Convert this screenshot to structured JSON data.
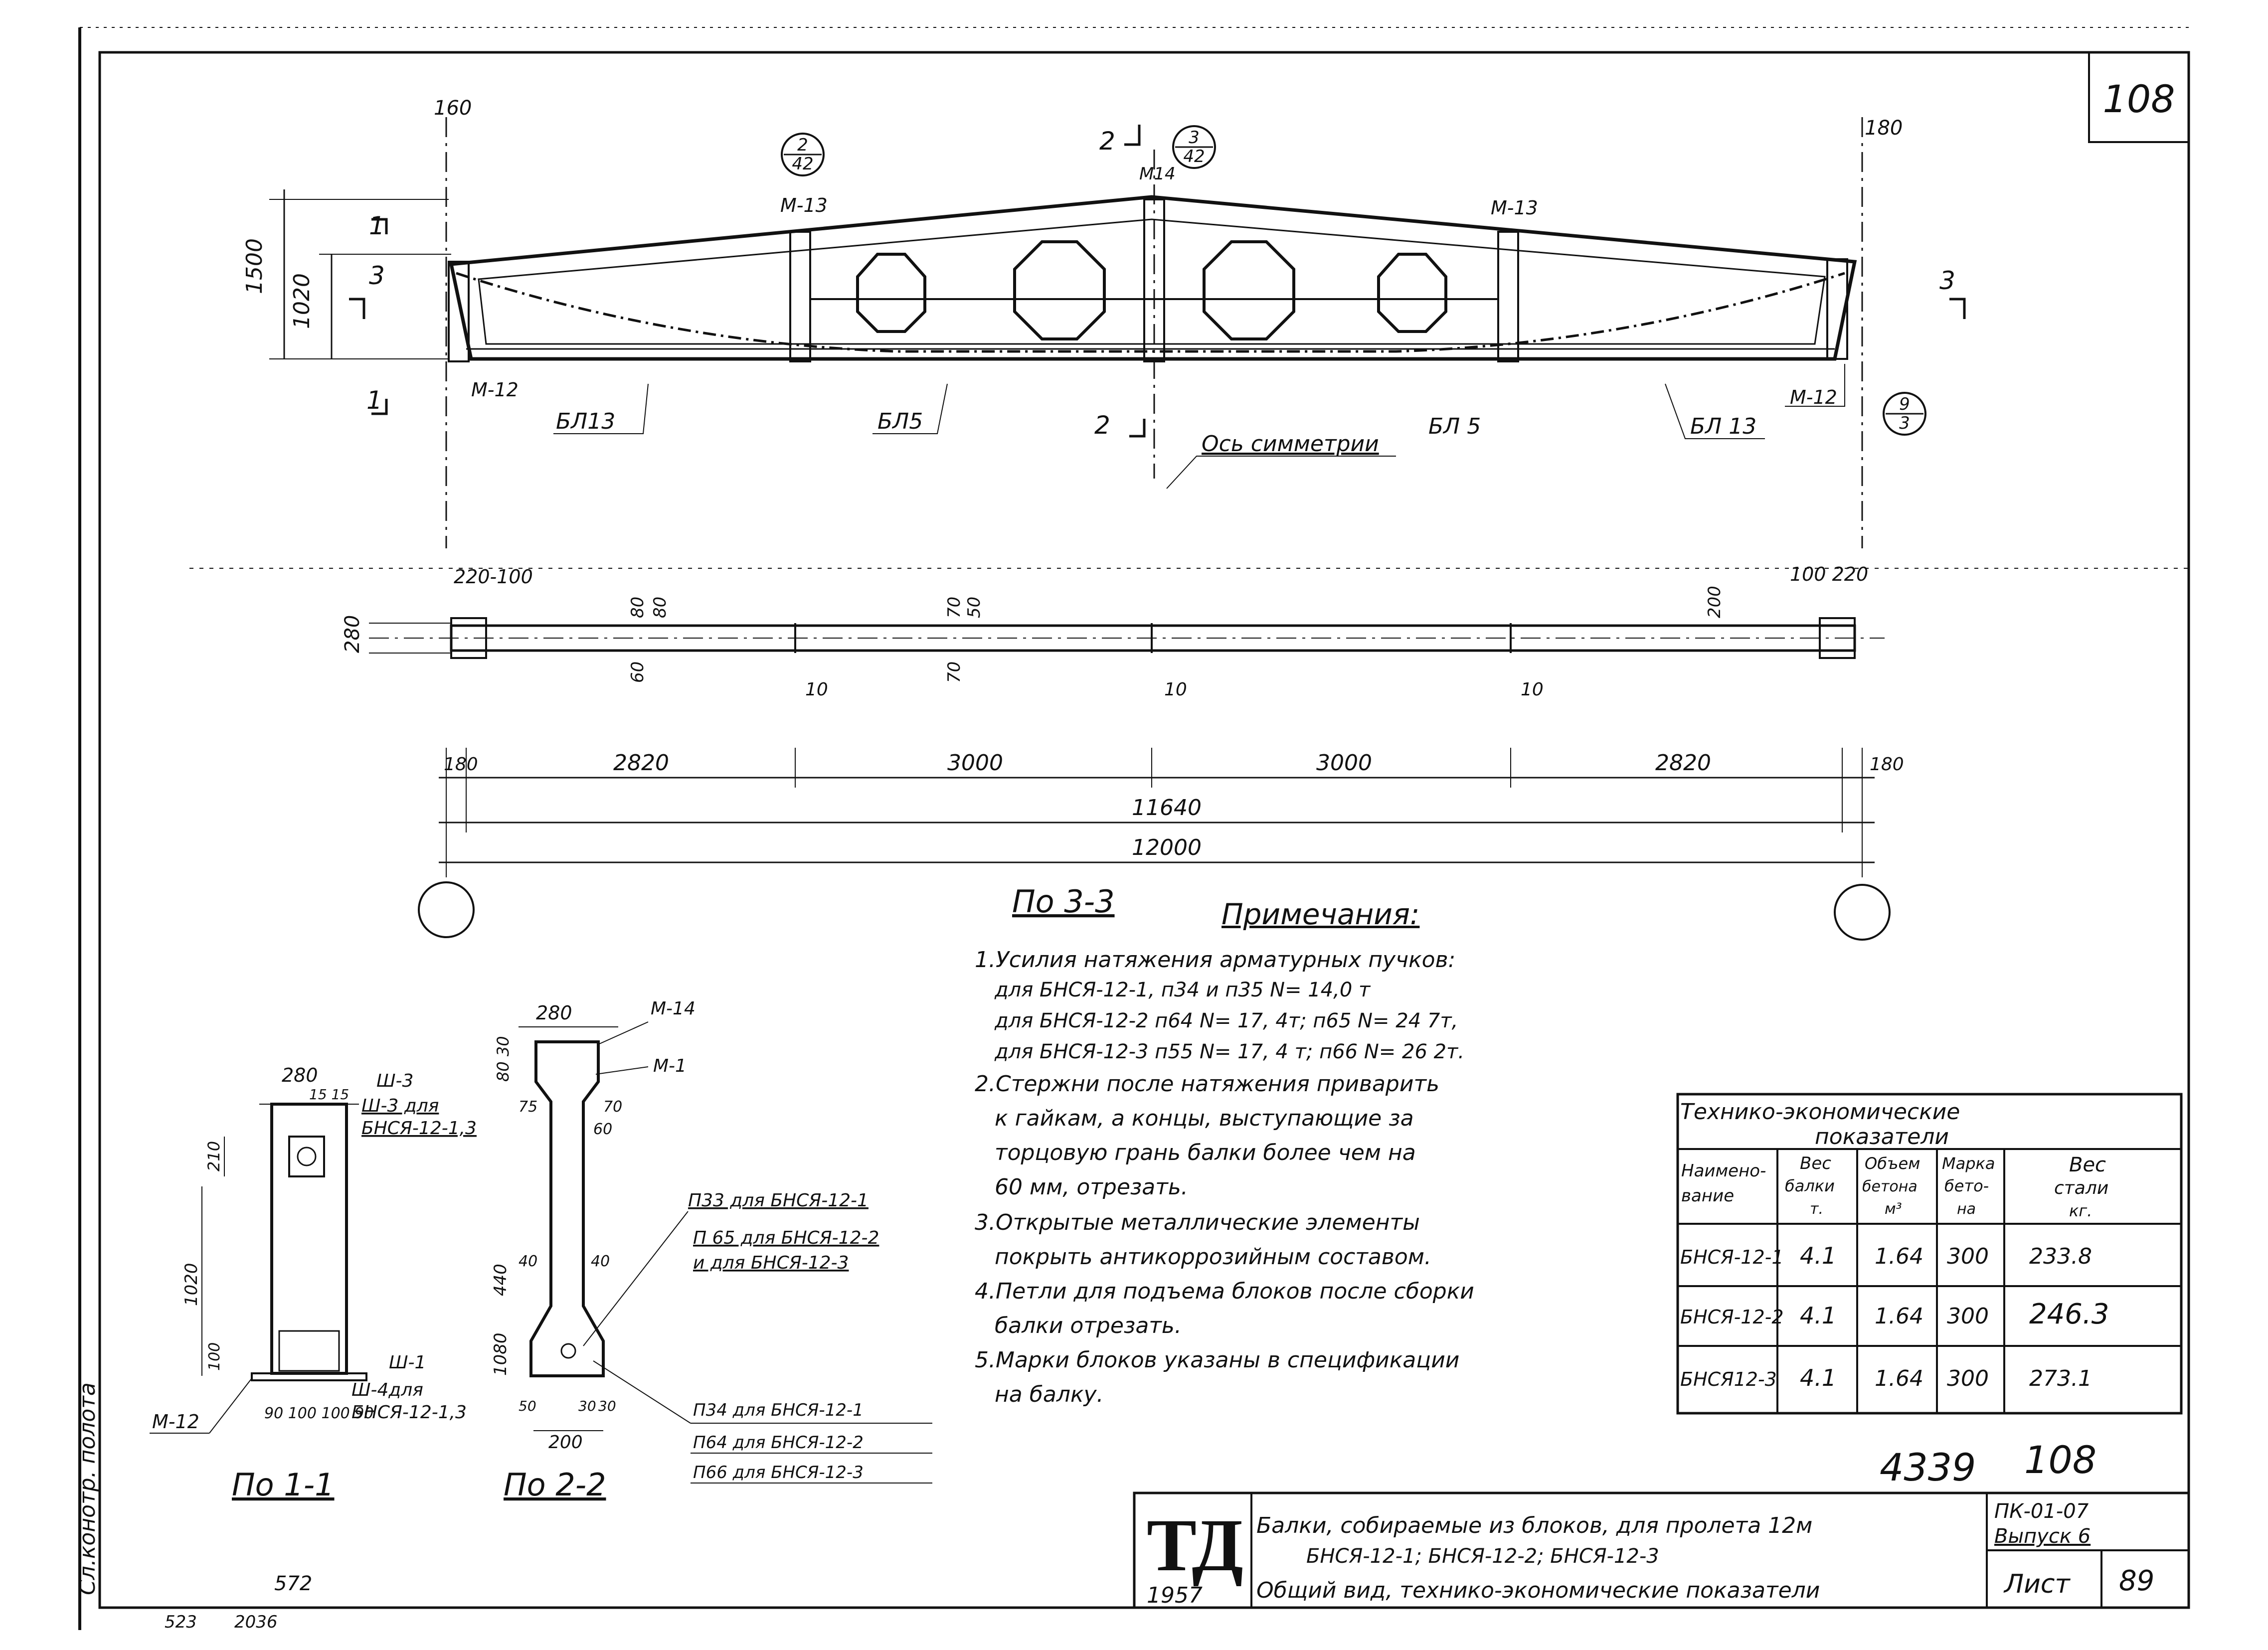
{
  "sheet_number": "108",
  "stamp_marks": {
    "left_binding_text": "Сл.конотр. полота",
    "bottom_left_a": "572",
    "bottom_left_b": "2036",
    "bottom_left_c": "523"
  },
  "elevation": {
    "section_marks": {
      "s1": "1",
      "s2": "2",
      "s3": "3"
    },
    "callouts": {
      "c1_top": "2",
      "c1_bottom": "42",
      "c2_top": "3",
      "c2_bottom": "42",
      "c3_top": "9",
      "c3_bottom": "3"
    },
    "dims": {
      "d160": "160",
      "d180": "180",
      "h1500": "1500",
      "h1020": "1020"
    },
    "labels": {
      "m13_left": "M-13",
      "m13_right": "M-13",
      "m14": "M14",
      "m12_left": "M-12",
      "m12_right": "M-12",
      "bl13_left": "БЛ13",
      "bl5_left": "БЛ5",
      "bl5_right": "БЛ 5",
      "bl13_right": "БЛ 13",
      "symmetry_axis": "Ось симметрии"
    }
  },
  "plan": {
    "title": "По 3-3",
    "dims": {
      "d220_100": "220-100",
      "d100_220": "100 220",
      "d280": "280",
      "d80a": "80",
      "d80b": "80",
      "d70": "70",
      "d50": "50",
      "d60": "60",
      "d70b": "70",
      "d200": "200",
      "d10a": "10",
      "d10b": "10",
      "d10c": "10",
      "d180l": "180",
      "d2820l": "2820",
      "d3000l": "3000",
      "d3000r": "3000",
      "d2820r": "2820",
      "d180r": "180",
      "d11640": "11640",
      "d12000": "12000"
    }
  },
  "section11": {
    "title": "По 1-1",
    "labels": {
      "d280": "280",
      "d15": "15 15",
      "sh3": "Ш-3",
      "sh3_for": "Ш-3 для",
      "sh3_for_b": "БНСЯ-12-1,3",
      "d210": "210",
      "d1020": "1020",
      "d100": "100",
      "sh1": "Ш-1",
      "sh4": "Ш-4для",
      "sh4_b": "БНСЯ-12-1,3",
      "m12": "M-12",
      "dims_bottom": "90 100 100 90"
    }
  },
  "section22": {
    "title": "По 2-2",
    "labels": {
      "d280": "280",
      "m14": "M-14",
      "m1": "M-1",
      "d80_30": "80 30",
      "d75": "75",
      "d70": "70",
      "d60": "60",
      "d40a": "40",
      "d40b": "40",
      "d440": "440",
      "d1080": "1080",
      "d30a": "30",
      "d30b": "30",
      "d50": "50",
      "d200": "200",
      "p33": "П33 для БНСЯ-12-1",
      "p65": "П 65 для БНСЯ-12-2",
      "p65b": "и для  БНСЯ-12-3",
      "p34": "П34 для БНСЯ-12-1",
      "p64": "П64 для БНСЯ-12-2",
      "p66": "П66 для БНСЯ-12-3"
    }
  },
  "notes": {
    "heading": "Примечания:",
    "lines": [
      "1.Усилия натяжения арматурных пучков:",
      "для БНСЯ-12-1, п34 и п35 N= 14,0 т",
      "для БНСЯ-12-2  п64  N= 17, 4т; п65  N= 24 7т,",
      "для БНСЯ-12-3  п55  N= 17, 4 т; п66  N= 26 2т.",
      "2.Стержни после натяжения приварить",
      "к гайкам, а концы, выступающие за",
      "торцовую грань балки более чем на",
      "60 мм, отрезать.",
      "3.Открытые металлические элементы",
      "покрыть антикоррозийным составом.",
      "4.Петли для подъема блоков после сборки",
      "балки отрезать.",
      "5.Марки блоков указаны в спецификации",
      "на балку."
    ]
  },
  "tech_table": {
    "title_line1": "Технико-экономические",
    "title_line2": "показатели",
    "headers": [
      [
        "Наимено-",
        "вание"
      ],
      [
        "Вес",
        "балки",
        "т."
      ],
      [
        "Объем",
        "бетона",
        "м³"
      ],
      [
        "Марка",
        "бето-",
        "на"
      ],
      [
        "Вес",
        "стали",
        "кг."
      ]
    ],
    "rows": [
      [
        "БНСЯ-12-1",
        "4.1",
        "1.64",
        "300",
        "233.8"
      ],
      [
        "БНСЯ-12-2",
        "4.1",
        "1.64",
        "300",
        "246.3"
      ],
      [
        "БНСЯ12-3",
        "4.1",
        "1.64",
        "300",
        "273.1"
      ]
    ]
  },
  "inventory": {
    "number": "4339",
    "sheet": "108"
  },
  "title_block": {
    "logo": "ТД",
    "year": "1957",
    "line1": "Балки, собираемые из блоков, для пролета 12м",
    "line2": "БНСЯ-12-1; БНСЯ-12-2; БНСЯ-12-3",
    "line3": "Общий вид, технико-экономические показатели",
    "series": "ПК-01-07",
    "issue": "Выпуск 6",
    "sheet_label": "Лист",
    "sheet_no": "89"
  }
}
